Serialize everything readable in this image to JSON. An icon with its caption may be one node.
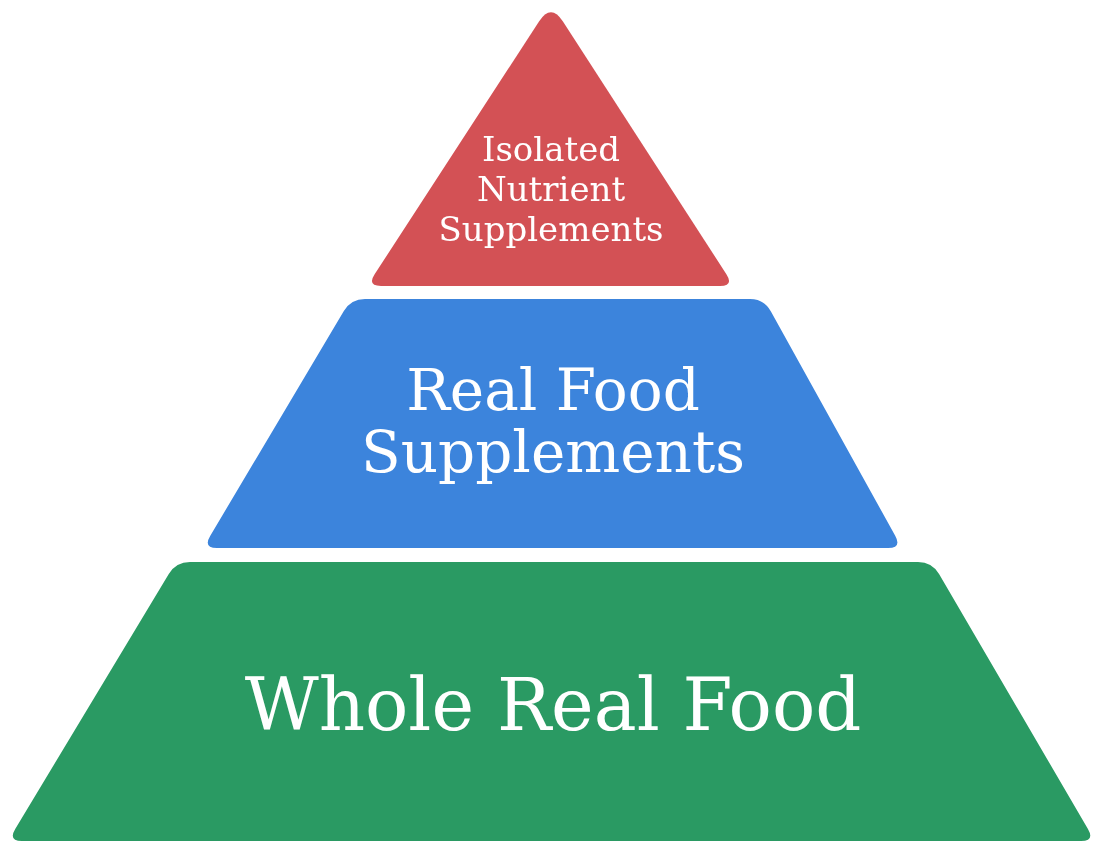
{
  "diagram": {
    "nodes": [
      {
        "text": [
          "Isolated Nutrient Supplements"
        ]
      },
      {
        "text": [
          "Real Food Supplements"
        ]
      },
      {
        "text": [
          "Whole Real Food"
        ]
      }
    ]
  }
}
